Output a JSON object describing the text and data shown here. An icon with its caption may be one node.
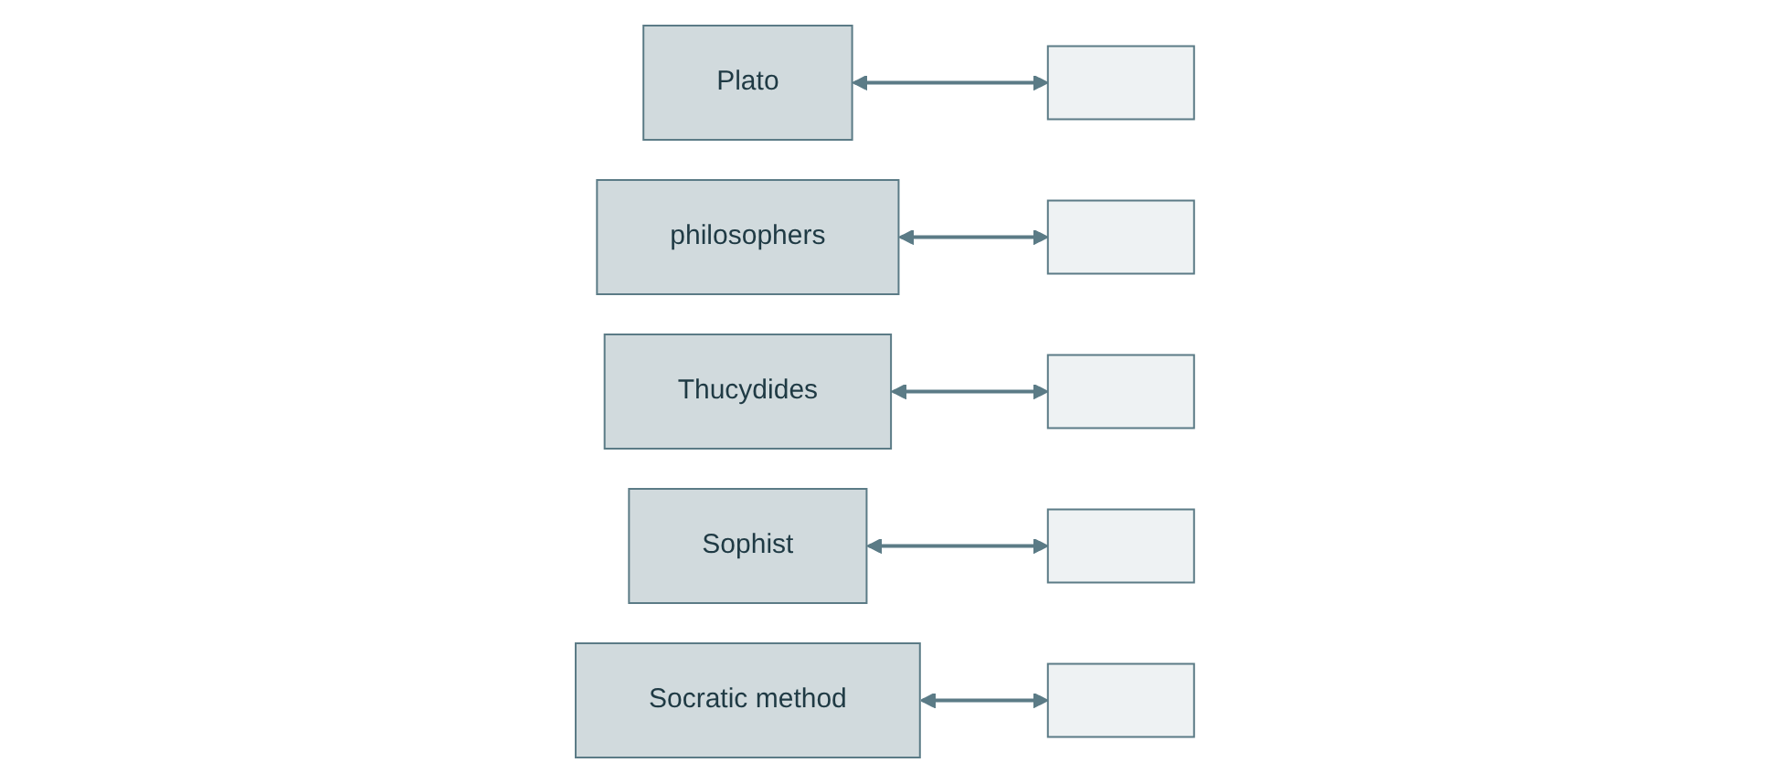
{
  "diagram": {
    "nodes": [
      {
        "text": [
          "Plato"
        ]
      },
      {
        "text": [],
        "shape": "box"
      },
      {
        "text": [
          "philosophers"
        ]
      },
      {
        "text": [],
        "shape": "box"
      },
      {
        "text": [
          "Thucydides"
        ]
      },
      {
        "text": [],
        "shape": "box"
      },
      {
        "text": [
          "Sophist"
        ]
      },
      {
        "text": [],
        "shape": "box"
      },
      {
        "text": [
          "Socratic method"
        ]
      },
      {
        "text": [],
        "shape": "box"
      }
    ],
    "edges": [
      {
        "from": 0,
        "to": 1,
        "arrow": "both"
      },
      {
        "from": 2,
        "to": 3,
        "arrow": "both"
      },
      {
        "from": 4,
        "to": 5,
        "arrow": "both"
      },
      {
        "from": 6,
        "to": 7,
        "arrow": "both"
      },
      {
        "from": 8,
        "to": 9,
        "arrow": "both"
      }
    ]
  }
}
